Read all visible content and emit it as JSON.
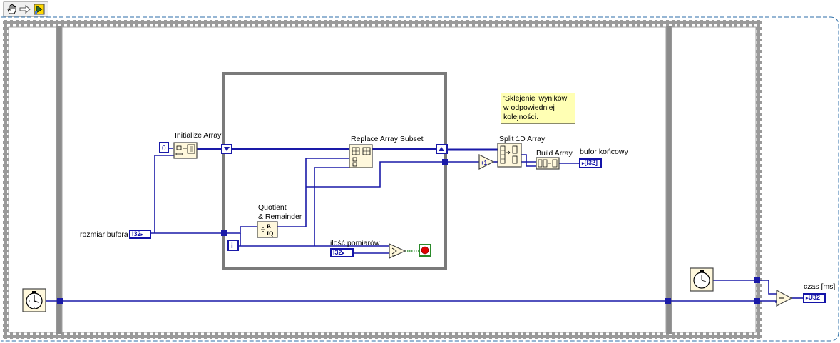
{
  "diagram": {
    "labels": {
      "initialize_array": "Initialize Array",
      "replace_array_subset": "Replace Array Subset",
      "split_1d_array": "Split 1D Array",
      "build_array": "Build Array",
      "quotient_remainder_line1": "Quotient",
      "quotient_remainder_line2": "& Remainder",
      "rozmiar_bufora": "rozmiar bufora",
      "ilosc_pomiarow": "ilość pomiarów",
      "bufor_koncowy": "bufor końcowy",
      "czas_ms": "czas [ms]"
    },
    "comment": "'Sklejenie' wyników\nw odpowiedniej\nkolejności.",
    "constants": {
      "zero": "0",
      "iteration": "i",
      "increment": "+1"
    },
    "terminals": {
      "rozmiar_bufora_type": "I32",
      "ilosc_pomiarow_type": "I32",
      "bufor_koncowy_type": "[I32]",
      "czas_type": "U32"
    }
  },
  "colors": {
    "wire": "#1a1aa8",
    "frame": "#7a7a7a",
    "comment_bg": "#ffffb4",
    "stop": "#e00000"
  }
}
